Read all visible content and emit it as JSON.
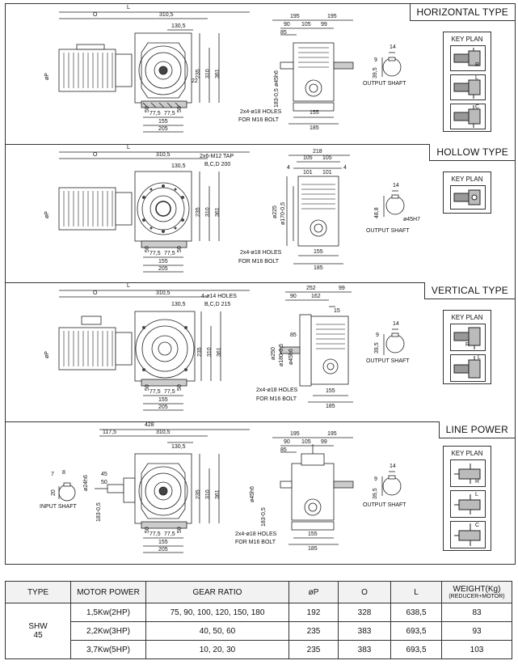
{
  "panels": [
    {
      "title": "HORIZONTAL TYPE",
      "labels": {
        "L": "L",
        "O": "O",
        "d310": "310,5",
        "d130": "130,5",
        "P": "øP",
        "d235": "235",
        "d310v": "310",
        "d361": "361",
        "d22": "22",
        "d50a": "50",
        "d50b": "50",
        "d775a": "77,5",
        "d775b": "77,5",
        "d155": "155",
        "d205": "205",
        "s195a": "195",
        "s195b": "195",
        "s90": "90",
        "s105": "105",
        "s99": "99",
        "s85": "85",
        "s45": "ø45h6",
        "s1833": "183-0,5",
        "s155": "155",
        "s185": "185",
        "holes": "2x4-ø18 HOLES",
        "bolt": "FOR M16 BOLT",
        "sh14": "14",
        "sh395": "39,5",
        "sh9": "9",
        "shaft": "OUTPUT SHAFT"
      },
      "keyplan": {
        "title": "KEY PLAN",
        "marks": [
          "R",
          "L",
          "C"
        ]
      }
    },
    {
      "title": "HOLLOW TYPE",
      "labels": {
        "L": "L",
        "O": "O",
        "d310": "310,5",
        "d130": "130,5",
        "P": "øP",
        "tap": "2x6-M12 TAP",
        "pcd": "B,C,D 200",
        "d235": "235",
        "d310v": "310",
        "d361": "361",
        "d50a": "50",
        "d50b": "50",
        "d775a": "77,5",
        "d775b": "77,5",
        "d155": "155",
        "d205": "205",
        "s218": "218",
        "s105": "105",
        "s105b": "105",
        "s101a": "101",
        "s101b": "101",
        "s4a": "4",
        "s4b": "4",
        "s225": "ø225",
        "s170": "ø170-0,5",
        "holes": "2x4-ø18 HOLES",
        "bolt": "FOR M16 BOLT",
        "s155": "155",
        "s185": "185",
        "sh14": "14",
        "sh488": "48,8",
        "sh45": "ø45H7",
        "shaft": "OUTPUT SHAFT"
      },
      "keyplan": {
        "title": "KEY PLAN",
        "marks": []
      }
    },
    {
      "title": "VERTICAL TYPE",
      "labels": {
        "L": "L",
        "O": "O",
        "d310": "310,5",
        "d130": "130,5",
        "P": "øP",
        "holes4": "4-ø14 HOLES",
        "pcd": "B,C,D 215",
        "d235": "235",
        "d310v": "310",
        "d361": "361",
        "d50a": "50",
        "d50b": "50",
        "d775a": "77,5",
        "d775b": "77,5",
        "d155": "155",
        "d205": "205",
        "s252": "252",
        "s99": "99",
        "s90": "90",
        "s162": "162",
        "s15": "15",
        "s85": "85",
        "s250": "ø250",
        "s180": "ø180-0,5",
        "s45": "ø45h6",
        "holes": "2x4-ø18 HOLES",
        "bolt": "FOR M16 BOLT",
        "s155": "155",
        "s185": "185",
        "sh14": "14",
        "sh395": "39,5",
        "sh9": "9",
        "shaft": "OUTPUT SHAFT"
      },
      "keyplan": {
        "title": "KEY PLAN",
        "marks": [
          "R",
          "L"
        ]
      }
    },
    {
      "title": "LINE POWER",
      "labels": {
        "d428": "428",
        "d1175": "117,5",
        "d310": "310,5",
        "d130": "130,5",
        "in7": "7",
        "in8": "8",
        "in20": "20",
        "in24": "ø24h6",
        "in45": "45",
        "in50": "50",
        "in1833": "183-0,5",
        "inshaft": "INPUT SHAFT",
        "d235": "235",
        "d310v": "310",
        "d361": "361",
        "d50a": "50",
        "d50b": "50",
        "d775a": "77,5",
        "d775b": "77,5",
        "d155": "155",
        "d205": "205",
        "s195a": "195",
        "s195b": "195",
        "s90": "90",
        "s105": "105",
        "s99": "99",
        "s85": "85",
        "s45": "ø45h6",
        "s1833": "183-0,5",
        "s155": "155",
        "s185": "185",
        "holes": "2x4-ø18 HOLES",
        "bolt": "FOR M16 BOLT",
        "sh14": "14",
        "sh395": "39,5",
        "sh9": "9",
        "shaft": "OUTPUT SHAFT"
      },
      "keyplan": {
        "title": "KEY PLAN",
        "marks": [
          "R",
          "L",
          "C"
        ]
      }
    }
  ],
  "table": {
    "headers": {
      "type": "TYPE",
      "motor": "MOTOR POWER",
      "ratio": "GEAR RATIO",
      "p": "øP",
      "o": "O",
      "l": "L",
      "weight": "WEIGHT(Kg)",
      "weight_sub": "(REDUCER+MOTOR)"
    },
    "type_name": "SHW",
    "type_size": "45",
    "rows": [
      {
        "motor": "1,5Kw(2HP)",
        "ratio": "75, 90, 100, 120, 150, 180",
        "p": "192",
        "o": "328",
        "l": "638,5",
        "weight": "83"
      },
      {
        "motor": "2,2Kw(3HP)",
        "ratio": "40, 50, 60",
        "p": "235",
        "o": "383",
        "l": "693,5",
        "weight": "93"
      },
      {
        "motor": "3,7Kw(5HP)",
        "ratio": "10, 20, 30",
        "p": "235",
        "o": "383",
        "l": "693,5",
        "weight": "103"
      }
    ]
  },
  "colors": {
    "line": "#222222",
    "hatch": "#555555",
    "fill": "#d9d9d9",
    "dark": "#444444"
  }
}
